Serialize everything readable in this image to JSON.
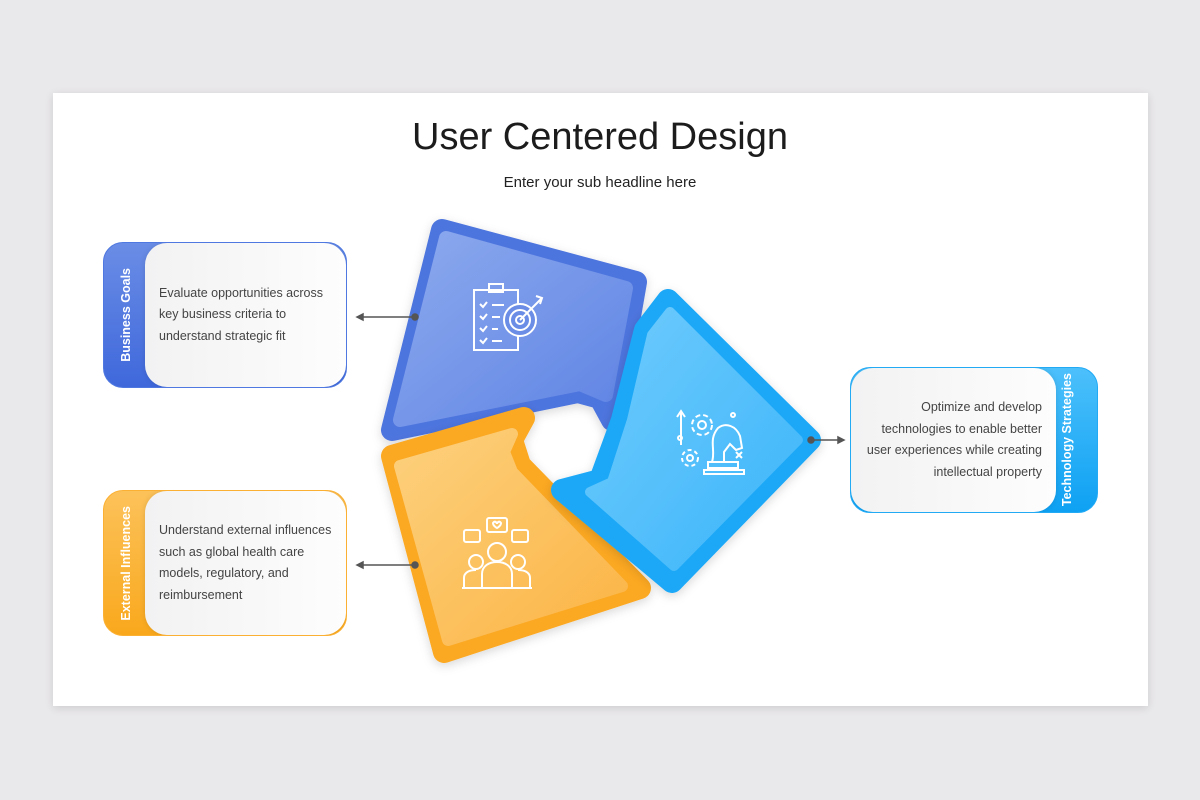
{
  "title": "User Centered Design",
  "subtitle": "Enter your sub headline here",
  "segments": [
    {
      "label": "Business Goals",
      "text": "Evaluate opportunities across key business criteria to understand strategic fit",
      "color": "#4f79e0",
      "icon": "clipboard-target-icon"
    },
    {
      "label": "Technology Strategies",
      "text": "Optimize and develop technologies to enable better user experiences while creating intellectual property",
      "color": "#22aaf5",
      "icon": "chess-knight-strategy-icon"
    },
    {
      "label": "External Influences",
      "text": "Understand external influences such as global health care models, regulatory, and reimbursement",
      "color": "#fbb033",
      "icon": "people-hearts-icon"
    }
  ]
}
